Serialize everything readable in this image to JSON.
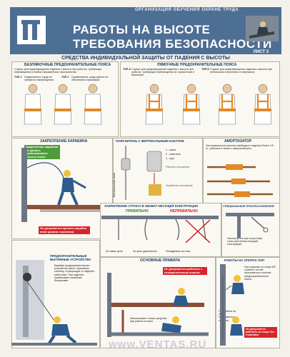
{
  "header": {
    "org": "ОРГАНИЗАЦИЯ ОБУЧЕНИЯ ОХРАНЕ ТРУДА",
    "title_line1": "РАБОТЫ НА ВЫСОТЕ",
    "title_line2": "ТРЕБОВАНИЯ БЕЗОПАСНОСТИ",
    "sheet": "ЛИСТ 3"
  },
  "subtitle": "СРЕДСТВА ИНДИВИДУАЛЬНОЙ ЗАЩИТЫ ОТ ПАДЕНИЯ С ВЫСОТЫ",
  "belts": {
    "left_title": "БЕЗЛЯМОЧНЫЕ ПРЕДОХРАНИТЕЛЬНЫЕ ПОЯСА",
    "left_text": "Служат для предотвращения падения с высоты при работах, требующих перемещения в любых направлениях пространства.",
    "type1": "ТИП 1",
    "type1_text": "Применяются, когда не требуется перемещение.",
    "type2": "ТИП 2",
    "type2_text": "Применяются, когда работа не обеспечена страховкой.",
    "right_title": "ЛЯМОЧНЫЕ ПРЕДОХРАНИТЕЛЬНЫЕ ПОЯСА",
    "right_type": "ТИП А",
    "right_text_a": "Служат для предотвращения падения с высоты при работах, требующих перемещения по горизонтали и вертикали.",
    "right_type_b": "ТИП Б",
    "right_text_b": "Служат для предотвращения падения с высоты при небольшом отклонении от вертикали."
  },
  "carabiner": {
    "title": "ЗАКРЕПЛЕНИЕ КАРАБИНА",
    "note_green": "Закрепление карабина на уровне, превышающем высоту пояса",
    "note_red": "Не допускается крепить карабин ниже уровня строповки."
  },
  "rope_device": {
    "title": "ПОЯСНИТЕЛЬ С ВЕРТИКАЛЬНЫМ КАНАТОМ",
    "legend": [
      "1 - шина",
      "2 - ловитель",
      "3 - груз"
    ],
    "side_label": "Вертикальный канат",
    "rule_ok": "Рабочее положение",
    "rule_bad": "Нерабочее положение"
  },
  "absorber": {
    "title": "АМОРТИЗАТОР",
    "text": "При возможности высоты свободного падения более 0,5 м - работать в поясе с амортизатором."
  },
  "sling": {
    "title": "ЗАКРЕПЛЕНИЕ СТРОПА В ОБХВАТ НЕСУЩЕЙ КОНСТРУКЦИИ",
    "right": "ПРАВИЛЬНО",
    "wrong": "НЕПРАВИЛЬНО",
    "cap1": "За замок цепи",
    "cap2": "За цепь удлинителя",
    "cap3": "Неподвижно за стык"
  },
  "special": {
    "title": "СПЕЦИАЛЬНЫЕ ПРИСПОСОБЛЕНИЯ",
    "text": "Используется при отсутствии точек крепления несущей конструкции"
  },
  "retractable": {
    "title": "ПРЕДОХРАНИТЕЛЬНЫЕ ВЫТЯЖНЫЕ УСТРОЙСТВА",
    "text": "Барабан предохранительного устройства имеет тормозную систему, страхующую от падения работника. При падении срабатывает механизм блокировки."
  },
  "main_rules": {
    "title": "ОСНОВНЫЕ ПРАВИЛА",
    "note_red": "Не допускается работать с незакрепленным поясом",
    "text": "Использовать только средства при работе в поясе."
  },
  "ladders": {
    "title": "РАБОТЫ НА ОПОРАХ ЛЭП",
    "text1": "При подъеме по опоре ВЛ и работе на ней пользоваться стропом предохранительного пояса.",
    "text2": "При работе на опоре страховаться стропом.",
    "note_red": "Не допускается работать на опоре без страховки"
  },
  "watermark": "www.VENTAS.RU",
  "colors": {
    "header_bg": "#4e6f94",
    "accent_red": "#d9242a",
    "accent_green": "#4f9a3a",
    "title_blue": "#173a66"
  }
}
